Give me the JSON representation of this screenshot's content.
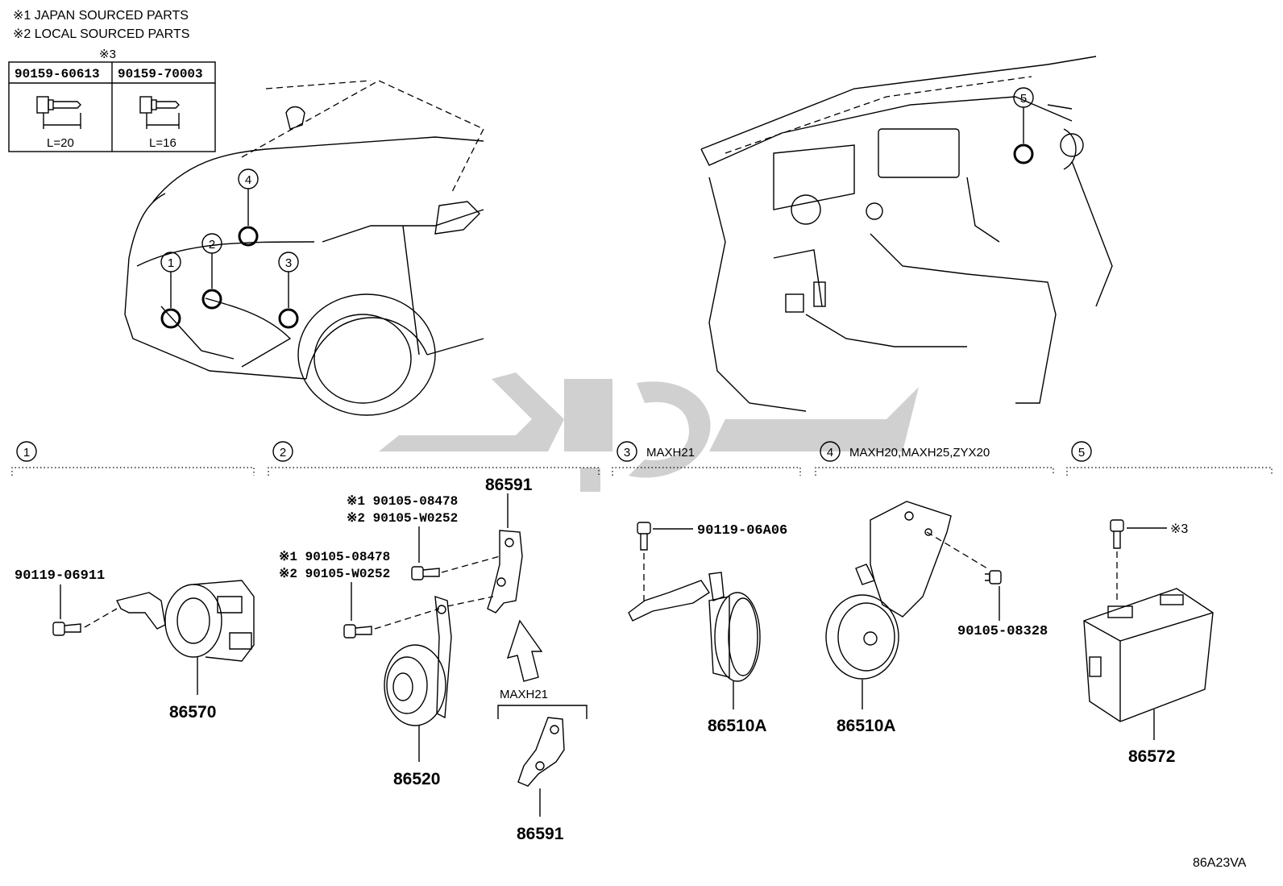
{
  "notes": {
    "n1": "※1 JAPAN SOURCED PARTS",
    "n2": "※2 LOCAL SOURCED PARTS"
  },
  "bolt_table": {
    "mark": "※3",
    "col1": {
      "part": "90159-60613",
      "length": "L=20"
    },
    "col2": {
      "part": "90159-70003",
      "length": "L=16"
    }
  },
  "location_markers": [
    "1",
    "2",
    "3",
    "4",
    "5"
  ],
  "sections": [
    {
      "num": "1",
      "model": ""
    },
    {
      "num": "2",
      "model": ""
    },
    {
      "num": "3",
      "model": "MAXH21"
    },
    {
      "num": "4",
      "model": "MAXH20,MAXH25,ZYX20"
    },
    {
      "num": "5",
      "model": ""
    }
  ],
  "parts": {
    "s1_bolt": "90119-06911",
    "s1_sensor": "86570",
    "s2_bracket_top": "86591",
    "s2_bolt_a1": "※1 90105-08478",
    "s2_bolt_a2": "※2 90105-W0252",
    "s2_bolt_b1": "※1 90105-08478",
    "s2_bolt_b2": "※2 90105-W0252",
    "s2_horn": "86520",
    "s2_variant_model": "MAXH21",
    "s2_bracket_bottom": "86591",
    "s3_bolt": "90119-06A06",
    "s3_horn": "86510A",
    "s4_bolt": "90105-08328",
    "s4_horn": "86510A",
    "s5_bolt": "※3",
    "s5_module": "86572"
  },
  "figure_code": "86A23VA"
}
